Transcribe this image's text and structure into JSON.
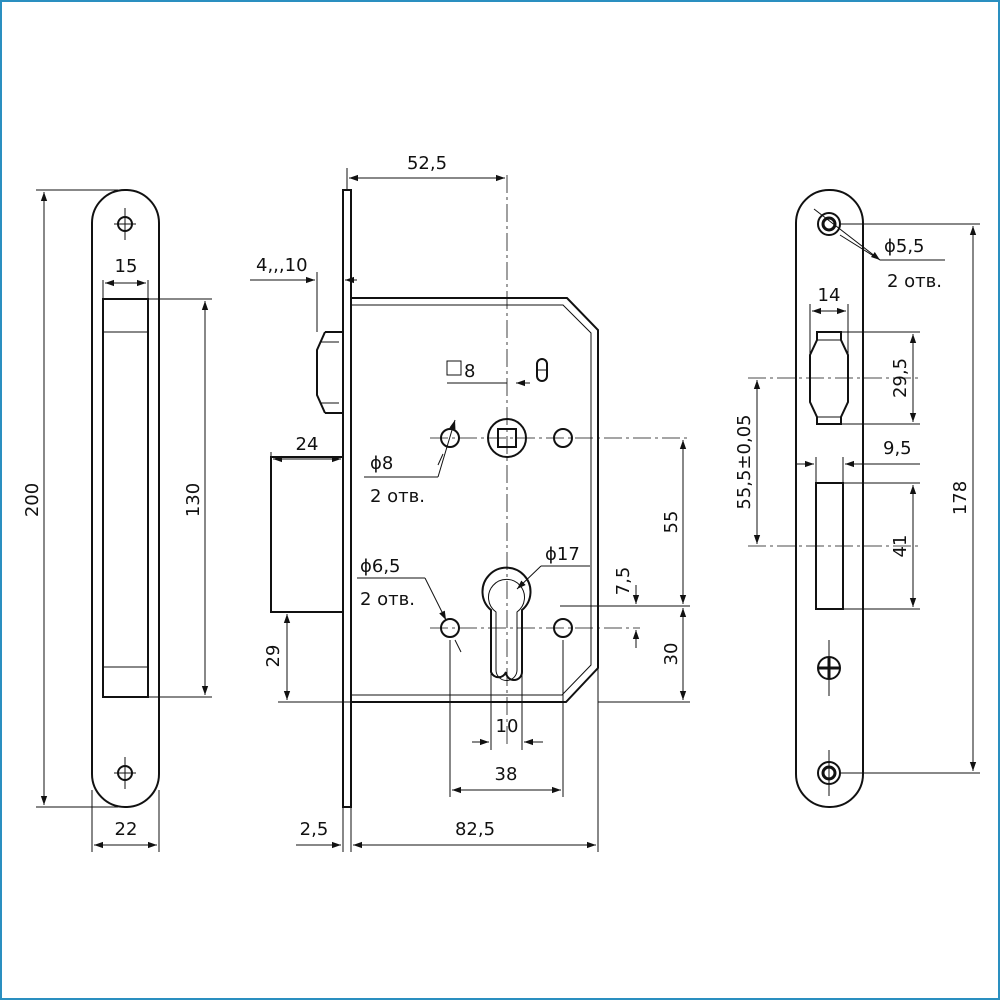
{
  "drawing": {
    "dimensions": {
      "d200": "200",
      "d15": "15",
      "d130": "130",
      "d22": "22",
      "d52_5": "52,5",
      "d4_10": "4,,,10",
      "d24": "24",
      "d29": "29",
      "d2_5": "2,5",
      "d82_5": "82,5",
      "d10": "10",
      "d38": "38",
      "d55": "55",
      "d7_5": "7,5",
      "d30": "30",
      "d14": "14",
      "d29_5": "29,5",
      "d9_5": "9,5",
      "d41": "41",
      "d178": "178",
      "d55_5": "55,5±0,05"
    },
    "callouts": {
      "square8": "8",
      "phi8": "ϕ8",
      "phi8_count": "2 отв.",
      "phi6_5": "ϕ6,5",
      "phi6_5_count": "2 отв.",
      "phi17": "ϕ17",
      "phi5_5": "ϕ5,5",
      "phi5_5_count": "2 отв."
    }
  }
}
